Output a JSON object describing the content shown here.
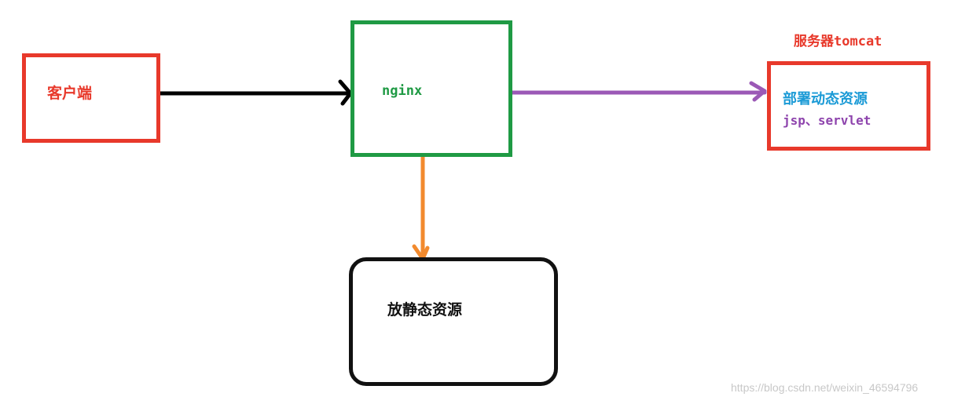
{
  "nodes": {
    "client": {
      "label": "客户端"
    },
    "nginx": {
      "label": "nginx"
    },
    "tomcat": {
      "title": "服务器tomcat",
      "label": "部署动态资源",
      "sub_label": "jsp、servlet"
    },
    "static": {
      "label": "放静态资源"
    }
  },
  "watermark": "https://blog.csdn.net/weixin_46594796",
  "colors": {
    "client_border": "#e8392b",
    "nginx_border": "#1f9a44",
    "tomcat_border": "#e8392b",
    "static_border": "#111111",
    "client_to_nginx": "#000000",
    "nginx_to_tomcat": "#9b59b6",
    "nginx_to_static": "#f28a2e"
  }
}
